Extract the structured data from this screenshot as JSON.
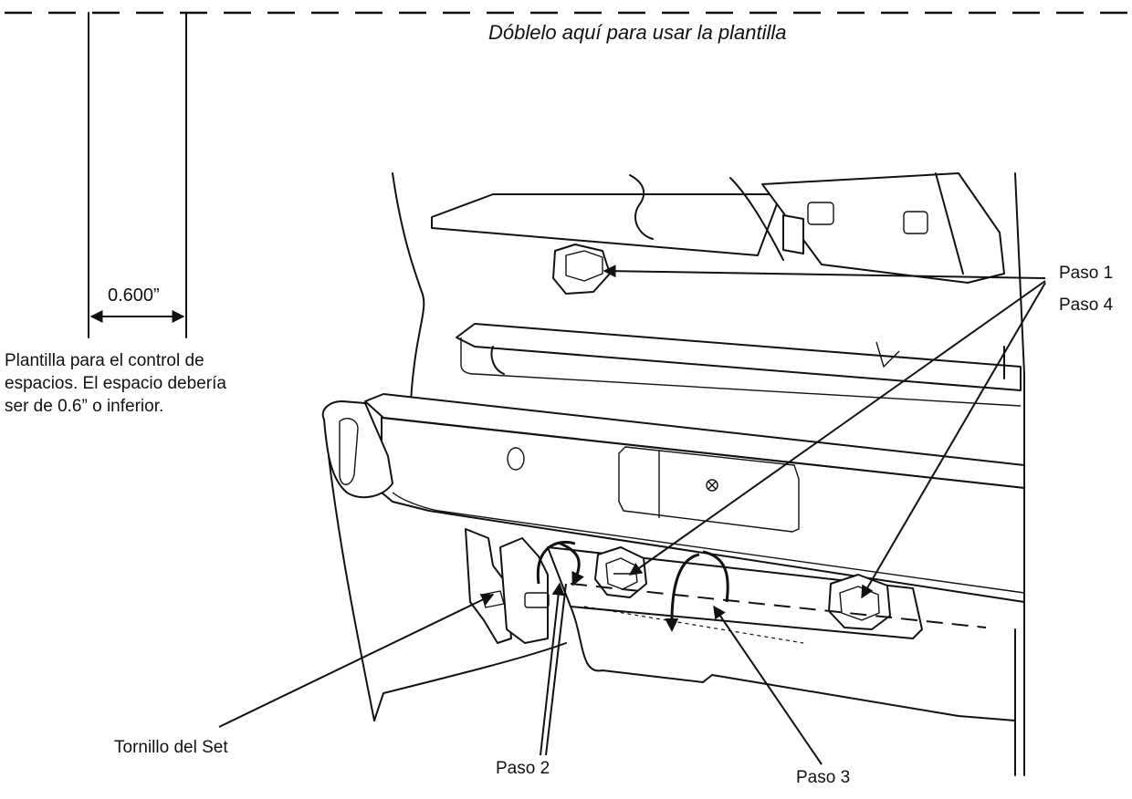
{
  "fold": {
    "text": "Dóblelo aquí para usar la plantilla"
  },
  "gauge": {
    "dimension": "0.600”",
    "description_lines": [
      "Plantilla para el control de",
      "espacios. El espacio debería",
      "ser de 0.6” o inferior."
    ]
  },
  "callouts": {
    "paso1": "Paso 1",
    "paso4": "Paso 4",
    "paso2": "Paso 2",
    "paso3": "Paso 3",
    "set_screw": "Tornillo del Set"
  },
  "icons": {
    "hex_nut": "hex-nut-icon",
    "rotation_arrow": "rotation-arrow-icon",
    "dimension_arrow": "double-arrow-icon"
  }
}
